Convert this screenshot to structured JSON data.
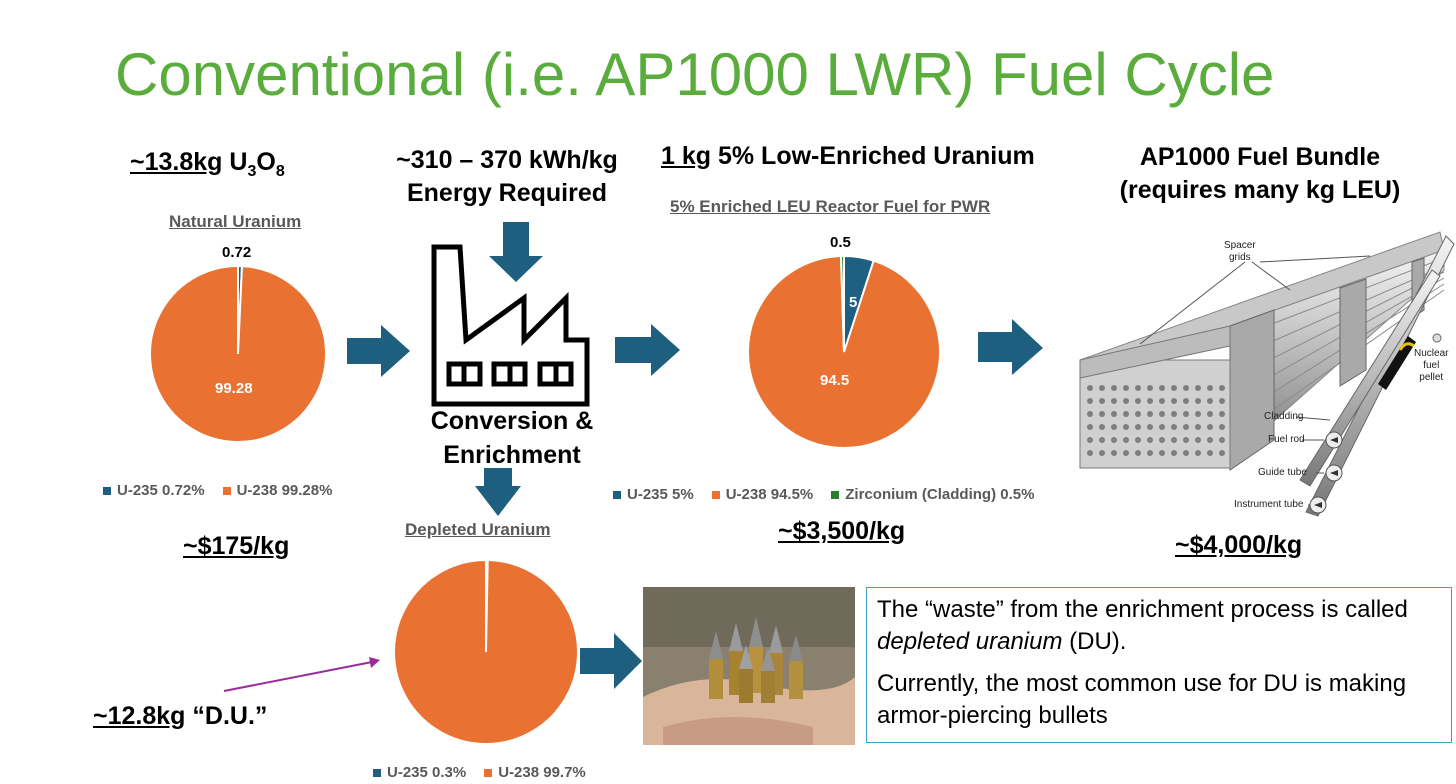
{
  "title": "Conventional (i.e. AP1000 LWR) Fuel Cycle",
  "natural": {
    "mass_prefix": "~13.8kg",
    "mass_chem_1": "U",
    "mass_sub_1": "3",
    "mass_chem_2": "O",
    "mass_sub_2": "8",
    "price": "~$175/kg"
  },
  "energy": {
    "line1": "~310 – 370 kWh/kg",
    "line2": "Energy Required"
  },
  "factory": {
    "line1": "Conversion &",
    "line2": "Enrichment"
  },
  "leu": {
    "heading_underlined": "1 kg",
    "heading_rest": " 5% Low-Enriched Uranium",
    "price": "~$3,500/kg"
  },
  "bundle": {
    "line1": "AP1000 Fuel Bundle",
    "line2": "(requires many kg LEU)",
    "price": "~$4,000/kg",
    "labels": {
      "spacer1": "Spacer",
      "spacer2": "grids",
      "pellet1": "Nuclear",
      "pellet2": "fuel",
      "pellet3": "pellet",
      "cladding": "Cladding",
      "fuel_rod": "Fuel rod",
      "guide_tube": "Guide tube",
      "instrument_tube": "Instrument tube"
    }
  },
  "du": {
    "mass_underlined": "~12.8kg",
    "mass_rest": " “D.U.”"
  },
  "note": {
    "p1_a": "The “waste” from the enrichment process is called ",
    "p1_em": "depleted uranium",
    "p1_b": " (DU).",
    "p2": "Currently, the most common use for DU is making armor-piercing bullets"
  },
  "colors": {
    "u235": "#1f5f82",
    "u238": "#e97132",
    "zirc": "#2a7d2e",
    "arrow": "#1e5f80",
    "title": "#5aac3c"
  },
  "chart_data": [
    {
      "type": "pie",
      "title": "Natural Uranium",
      "series": [
        {
          "name": "U-235",
          "value": 0.72,
          "label": "0.72",
          "legend": "U-235 0.72%"
        },
        {
          "name": "U-238",
          "value": 99.28,
          "label": "99.28",
          "legend": "U-238 99.28%"
        }
      ]
    },
    {
      "type": "pie",
      "title": "5% Enriched LEU Reactor Fuel for PWR",
      "series": [
        {
          "name": "U-235",
          "value": 5,
          "label": "5",
          "legend": "U-235 5%"
        },
        {
          "name": "U-238",
          "value": 94.5,
          "label": "94.5",
          "legend": "U-238 94.5%"
        },
        {
          "name": "Zirconium (Cladding)",
          "value": 0.5,
          "label": "0.5",
          "legend": "Zirconium (Cladding) 0.5%"
        }
      ]
    },
    {
      "type": "pie",
      "title": "Depleted Uranium",
      "series": [
        {
          "name": "U-235",
          "value": 0.3,
          "label": "",
          "legend": "U-235 0.3%"
        },
        {
          "name": "U-238",
          "value": 99.7,
          "label": "",
          "legend": "U-238 99.7%"
        }
      ]
    }
  ]
}
